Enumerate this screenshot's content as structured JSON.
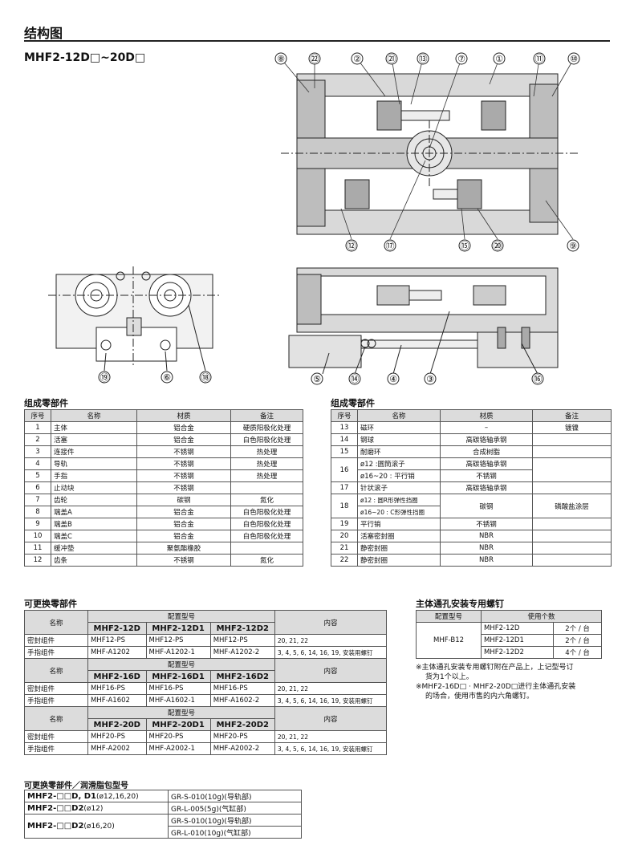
{
  "header": {
    "title": "结构图",
    "model": "MHF2-12D□~20D□"
  },
  "diagram": {
    "callouts_top": [
      "⑧",
      "㉒",
      "②",
      "㉑",
      "⑬",
      "⑦",
      "①",
      "⑪",
      "⑩"
    ],
    "callouts_bottom_main": [
      "⑫",
      "⑰",
      "⑮",
      "⑳",
      "⑨"
    ],
    "callouts_side": [
      "⑲",
      "⑥",
      "⑱"
    ],
    "callouts_section": [
      "⑤",
      "⑭",
      "④",
      "③",
      "⑯"
    ]
  },
  "parts_left": {
    "title": "组成零部件",
    "headers": [
      "序号",
      "名称",
      "材质",
      "备注"
    ],
    "rows": [
      [
        "1",
        "主体",
        "铝合金",
        "硬质阳极化处理"
      ],
      [
        "2",
        "活塞",
        "铝合金",
        "白色阳极化处理"
      ],
      [
        "3",
        "连接件",
        "不锈钢",
        "热处理"
      ],
      [
        "4",
        "导轨",
        "不锈钢",
        "热处理"
      ],
      [
        "5",
        "手指",
        "不锈钢",
        "热处理"
      ],
      [
        "6",
        "止动块",
        "不锈钢",
        ""
      ],
      [
        "7",
        "齿轮",
        "碳钢",
        "氮化"
      ],
      [
        "8",
        "端盖A",
        "铝合金",
        "白色阳极化处理"
      ],
      [
        "9",
        "端盖B",
        "铝合金",
        "白色阳极化处理"
      ],
      [
        "10",
        "端盖C",
        "铝合金",
        "白色阳极化处理"
      ],
      [
        "11",
        "缓冲垫",
        "聚氨酯橡胶",
        ""
      ],
      [
        "12",
        "齿条",
        "不锈钢",
        "氮化"
      ]
    ]
  },
  "parts_right": {
    "title": "组成零部件",
    "headers": [
      "序号",
      "名称",
      "材质",
      "备注"
    ],
    "r13": [
      "13",
      "磁环",
      "–",
      "镀镍"
    ],
    "r14": [
      "14",
      "钢球",
      "高碳铬轴承钢",
      ""
    ],
    "r15": [
      "15",
      "耐磨环",
      "合成树脂",
      ""
    ],
    "r16": {
      "no": "16",
      "name_a": "ø12   :圆筒滚子",
      "mat_a": "高碳铬轴承钢",
      "name_b": "ø16~20 : 平行销",
      "mat_b": "不锈钢"
    },
    "r17": [
      "17",
      "针状滚子",
      "高碳铬轴承钢",
      ""
    ],
    "r18": {
      "no": "18",
      "name_a": "ø12   : 圆R形弹性挡圈",
      "name_b": "ø16~20 : C形弹性挡圈",
      "mat": "碳钢",
      "note": "磷酸盐涂层"
    },
    "r19": [
      "19",
      "平行销",
      "不锈钢",
      ""
    ],
    "r20": [
      "20",
      "活塞密封圈",
      "NBR",
      ""
    ],
    "r21": [
      "21",
      "静密封圈",
      "NBR",
      ""
    ],
    "r22": [
      "22",
      "静密封圈",
      "NBR",
      ""
    ]
  },
  "replacement": {
    "title": "可更换零部件",
    "name_label": "名称",
    "model_label": "配置型号",
    "content_label": "内容",
    "groups": [
      {
        "models": [
          "MHF2-12D",
          "MHF2-12D1",
          "MHF2-12D2"
        ],
        "rows": [
          [
            "密封组件",
            "MHF12-PS",
            "MHF12-PS",
            "MHF12-PS",
            "20, 21, 22"
          ],
          [
            "手指组件",
            "MHF-A1202",
            "MHF-A1202-1",
            "MHF-A1202-2",
            "3, 4, 5, 6, 14, 16, 19, 安装用螺钉"
          ]
        ]
      },
      {
        "models": [
          "MHF2-16D",
          "MHF2-16D1",
          "MHF2-16D2"
        ],
        "rows": [
          [
            "密封组件",
            "MHF16-PS",
            "MHF16-PS",
            "MHF16-PS",
            "20, 21, 22"
          ],
          [
            "手指组件",
            "MHF-A1602",
            "MHF-A1602-1",
            "MHF-A1602-2",
            "3, 4, 5, 6, 14, 16, 19, 安装用螺钉"
          ]
        ]
      },
      {
        "models": [
          "MHF2-20D",
          "MHF2-20D1",
          "MHF2-20D2"
        ],
        "rows": [
          [
            "密封组件",
            "MHF20-PS",
            "MHF20-PS",
            "MHF20-PS",
            "20, 21, 22"
          ],
          [
            "手指组件",
            "MHF-A2002",
            "MHF-A2002-1",
            "MHF-A2002-2",
            "3, 4, 5, 6, 14, 16, 19, 安装用螺钉"
          ]
        ]
      }
    ]
  },
  "screws": {
    "title": "主体通孔安装专用螺钉",
    "headers": [
      "配置型号",
      "使用个数"
    ],
    "part": "MHF-B12",
    "rows": [
      [
        "MHF2-12D",
        "2个 / 台"
      ],
      [
        "MHF2-12D1",
        "2个 / 台"
      ],
      [
        "MHF2-12D2",
        "4个 / 台"
      ]
    ],
    "note1": "※主体通孔安装专用螺钉附在产品上，上记型号订",
    "note1b": "货为1个以上。",
    "note2": "※MHF2-16D□ · MHF2-20D□进行主体通孔安装",
    "note2b": "的场合，使用市售的内六角螺钉。"
  },
  "grease": {
    "title": "可更换零部件／润滑脂包型号",
    "m1": "MHF2-□□D, D1",
    "m1s": "(ø12,16,20)",
    "m1v": "GR-S-010(10g)(导轨部)",
    "m2": "MHF2-□□D2",
    "m2s": "(ø12)",
    "m2v": "GR-L-005(5g)(气缸部)",
    "m3": "MHF2-□□D2",
    "m3s": "(ø16,20)",
    "m3v1": "GR-S-010(10g)(导轨部)",
    "m3v2": "GR-L-010(10g)(气缸部)"
  }
}
